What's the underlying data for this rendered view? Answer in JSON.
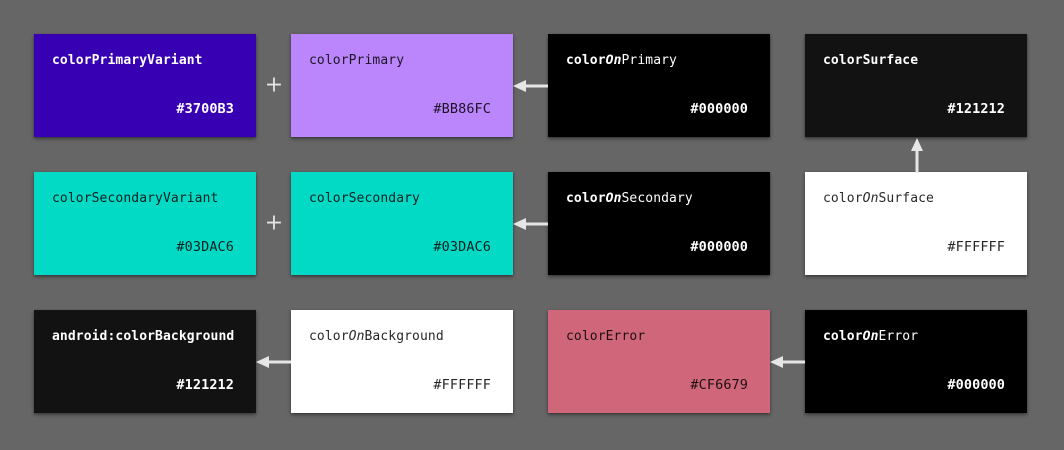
{
  "canvas": {
    "background_color": "#666666",
    "connector_color": "#E6E6E6"
  },
  "plus_label": "+",
  "cards": [
    {
      "name": "colorPrimaryVariant",
      "prefix": "colorPrimaryVariant",
      "on": "",
      "suffix": "",
      "hex": "#3700B3",
      "bg": "#3700B3",
      "row": 1,
      "col": 1
    },
    {
      "name": "colorPrimary",
      "prefix": "colorPrimary",
      "on": "",
      "suffix": "",
      "hex": "#BB86FC",
      "bg": "#BB86FC",
      "row": 1,
      "col": 2
    },
    {
      "name": "colorOnPrimary",
      "prefix": "color",
      "on": "On",
      "suffix": "Primary",
      "hex": "#000000",
      "bg": "#000000",
      "row": 1,
      "col": 3
    },
    {
      "name": "colorSurface",
      "prefix": "colorSurface",
      "on": "",
      "suffix": "",
      "hex": "#121212",
      "bg": "#121212",
      "row": 1,
      "col": 4
    },
    {
      "name": "colorSecondaryVariant",
      "prefix": "colorSecondaryVariant",
      "on": "",
      "suffix": "",
      "hex": "#03DAC6",
      "bg": "#03DAC6",
      "row": 2,
      "col": 1
    },
    {
      "name": "colorSecondary",
      "prefix": "colorSecondary",
      "on": "",
      "suffix": "",
      "hex": "#03DAC6",
      "bg": "#03DAC6",
      "row": 2,
      "col": 2
    },
    {
      "name": "colorOnSecondary",
      "prefix": "color",
      "on": "On",
      "suffix": "Secondary",
      "hex": "#000000",
      "bg": "#000000",
      "row": 2,
      "col": 3
    },
    {
      "name": "colorOnSurface",
      "prefix": "color",
      "on": "On",
      "suffix": "Surface",
      "hex": "#FFFFFF",
      "bg": "#FFFFFF",
      "row": 2,
      "col": 4
    },
    {
      "name": "android:colorBackground",
      "prefix": "android:colorBackground",
      "on": "",
      "suffix": "",
      "hex": "#121212",
      "bg": "#121212",
      "row": 3,
      "col": 1
    },
    {
      "name": "colorOnBackground",
      "prefix": "color",
      "on": "On",
      "suffix": "Background",
      "hex": "#FFFFFF",
      "bg": "#FFFFFF",
      "row": 3,
      "col": 2
    },
    {
      "name": "colorError",
      "prefix": "colorError",
      "on": "",
      "suffix": "",
      "hex": "#CF6679",
      "bg": "#CF6679",
      "row": 3,
      "col": 3
    },
    {
      "name": "colorOnError",
      "prefix": "color",
      "on": "On",
      "suffix": "Error",
      "hex": "#000000",
      "bg": "#000000",
      "row": 3,
      "col": 4
    }
  ],
  "connectors": [
    {
      "type": "plus",
      "between": [
        "colorPrimaryVariant",
        "colorPrimary"
      ]
    },
    {
      "type": "arrow",
      "from": "colorOnPrimary",
      "to": "colorPrimary",
      "direction": "left"
    },
    {
      "type": "plus",
      "between": [
        "colorSecondaryVariant",
        "colorSecondary"
      ]
    },
    {
      "type": "arrow",
      "from": "colorOnSecondary",
      "to": "colorSecondary",
      "direction": "left"
    },
    {
      "type": "arrow",
      "from": "colorOnSurface",
      "to": "colorSurface",
      "direction": "up"
    },
    {
      "type": "arrow",
      "from": "colorOnBackground",
      "to": "android:colorBackground",
      "direction": "left"
    },
    {
      "type": "arrow",
      "from": "colorOnError",
      "to": "colorError",
      "direction": "left"
    }
  ]
}
